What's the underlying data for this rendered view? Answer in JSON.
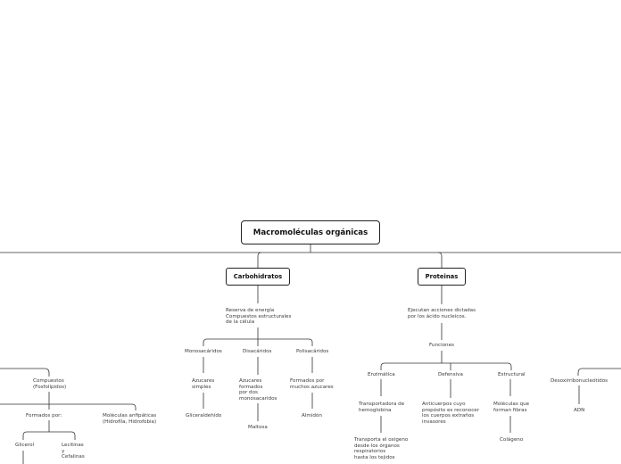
{
  "root": {
    "label": "Macromoléculas orgánicas"
  },
  "carbohidratos": {
    "label": "Carbohidratos",
    "descripcion": "Reserva de energía\nCompuestos estructurales\nde la célula",
    "tipos": [
      {
        "label": "Monosacáridos",
        "desc": "Azucares\nsimples",
        "ejemplo": "Gliceraldehído"
      },
      {
        "label": "Disacáridos",
        "desc": "Azucares\nformados\npor dos\nmonosacaridos",
        "ejemplo": "Maltosa"
      },
      {
        "label": "Polisacáridos",
        "desc": "Formados por\nmuchos azucares",
        "ejemplo": "Almidón"
      }
    ]
  },
  "proteinas": {
    "label": "Proteinas",
    "descripcion": "Ejecutan acciones dictadas\npor los ácido nucleicos.",
    "funciones_label": "Funciones",
    "funciones": [
      {
        "label": "Enzimática",
        "desc": "Transportadora de\nhemoglobina",
        "detalle": "Transporta el oxigeno\ndesde los órganos\nrespiratorios\nhasta los tejidos"
      },
      {
        "label": "Defensiva",
        "desc": "Anticuerpos cuyo\npropósito es reconocer\nlos cuerpos extraños\ninvasores"
      },
      {
        "label": "Estructural",
        "desc": "Moléculas que\nforman fibras",
        "ejemplo": "Colágeno"
      }
    ]
  },
  "lipidos": {
    "compuestos": "Compuestos\n(Fosfolípidos)",
    "formados_por": "Formados por:",
    "anfipaticas": "Moléculas anfipáticas\n(Hidrofíla, Hidrofóbia)",
    "glicerol": "Glicerol",
    "lecitinas": "Lecitinas\ny\nCefalinas"
  },
  "acidos_nucleicos": {
    "tipo": "Desoxirribonucleótidos",
    "ejemplo": "ADN"
  },
  "colors": {
    "line": "#333333",
    "text": "#3a3a3a",
    "box_border": "#222222"
  }
}
